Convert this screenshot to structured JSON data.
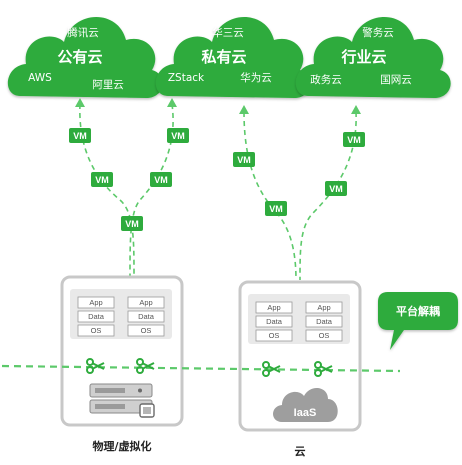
{
  "clouds": [
    {
      "title": "公有云",
      "labels": [
        "腾讯云",
        "AWS",
        "阿里云"
      ]
    },
    {
      "title": "私有云",
      "labels": [
        "华三云",
        "ZStack",
        "华为云"
      ]
    },
    {
      "title": "行业云",
      "labels": [
        "警务云",
        "政务云",
        "国网云"
      ]
    }
  ],
  "vm_label": "VM",
  "stack_labels": [
    "App",
    "Data",
    "OS"
  ],
  "bubble_label": "平台解耦",
  "iaas_label": "IaaS",
  "captions": {
    "left": "物理/虚拟化",
    "right": "云"
  },
  "colors": {
    "green": "#2eab3d",
    "dark_green": "#1f8a2e",
    "frame": "#c8c8c8",
    "dash": "#5cc96a"
  }
}
